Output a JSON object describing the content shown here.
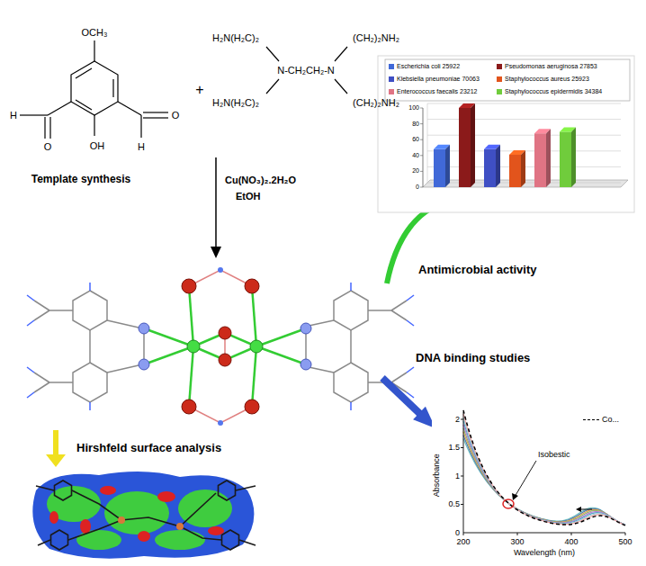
{
  "diagram": {
    "labels": [
      "OCH₃",
      "H",
      "O",
      "O",
      "OH",
      "H",
      "+",
      "H₂N(H₂C)₂",
      "(CH₂)₂NH₂",
      "N-CH₂CH₂-N",
      "H₂N(H₂C)₂",
      "(CH₂)₂NH₂",
      "Template synthesis",
      "Cu(NO₃)₂.2H₂O",
      "EtOH",
      "Antimicrobial activity",
      "Hirshfeld surface analysis",
      "DNA binding studies",
      "100",
      "80",
      "60",
      "40",
      "20",
      "0",
      "Isobestic",
      "Absorbance",
      "Wavelength (nm)",
      "2",
      "1.5",
      "1",
      "0.5",
      "0",
      "200",
      "300",
      "400",
      "500"
    ],
    "legend": [
      {
        "text": "Escherichia coli 25922",
        "color": "#4169d8"
      },
      {
        "text": "Pseudomonas aeruginosa 27853",
        "color": "#8b1a1a"
      },
      {
        "text": "Klebsiella pneumoniae 70063",
        "color": "#3f4fc4"
      },
      {
        "text": "Staphylococcus aureus 25923",
        "color": "#e2541c"
      },
      {
        "text": "Enterococcus faecalis 23212",
        "color": "#e07484"
      },
      {
        "text": "Staphylococcus epidermidis 34384",
        "color": "#70cc3c"
      },
      {
        "text": "Co..."
      }
    ]
  }
}
